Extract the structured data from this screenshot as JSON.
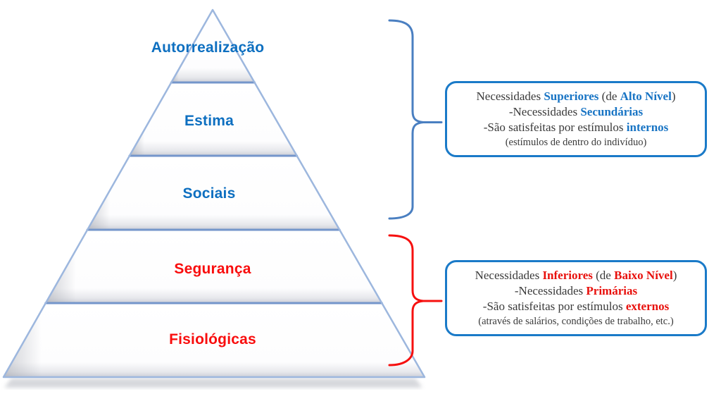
{
  "diagram": {
    "type": "maslow-needs-pyramid",
    "pyramid": {
      "levels": [
        {
          "label": "Autorrealização",
          "group": "superior"
        },
        {
          "label": "Estima",
          "group": "superior"
        },
        {
          "label": "Sociais",
          "group": "superior"
        },
        {
          "label": "Segurança",
          "group": "inferior"
        },
        {
          "label": "Fisiológicas",
          "group": "inferior"
        }
      ]
    },
    "boxes": [
      {
        "name": "superior-needs",
        "lines": [
          {
            "segments": [
              {
                "t": "Necessidades "
              },
              {
                "t": "Superiores",
                "accent": "blue"
              },
              {
                "t": " (de "
              },
              {
                "t": "Alto Nível",
                "accent": "blue"
              },
              {
                "t": ")"
              }
            ]
          },
          {
            "segments": [
              {
                "t": "-Necessidades "
              },
              {
                "t": "Secundárias",
                "accent": "blue"
              }
            ]
          },
          {
            "segments": [
              {
                "t": "-São satisfeitas por estímulos "
              },
              {
                "t": "internos",
                "accent": "blue"
              }
            ]
          },
          {
            "size": "small",
            "segments": [
              {
                "t": "(estímulos de dentro do indivíduo)"
              }
            ]
          }
        ]
      },
      {
        "name": "inferior-needs",
        "lines": [
          {
            "segments": [
              {
                "t": "Necessidades "
              },
              {
                "t": "Inferiores",
                "accent": "red"
              },
              {
                "t": " (de "
              },
              {
                "t": "Baixo Nível",
                "accent": "red"
              },
              {
                "t": ")"
              }
            ]
          },
          {
            "segments": [
              {
                "t": "-Necessidades "
              },
              {
                "t": "Primárias",
                "accent": "red"
              }
            ]
          },
          {
            "segments": [
              {
                "t": "-São satisfeitas por estímulos "
              },
              {
                "t": "externos",
                "accent": "red"
              }
            ]
          },
          {
            "size": "small",
            "segments": [
              {
                "t": "(através de salários, condições de trabalho, etc.)"
              }
            ]
          }
        ]
      }
    ],
    "colors": {
      "label_blue": "#0d6fc0",
      "label_red": "#f90d0d",
      "accent_blue": "#1874c4",
      "accent_red": "#e8100c",
      "body_text": "#3a3a3a",
      "box_border": "#1a7ac8",
      "pyramid_edge": "#9db7de",
      "divider_line": "#7496cb",
      "brace_superior": "#4a7fc1",
      "brace_inferior": "#f6100f"
    }
  }
}
